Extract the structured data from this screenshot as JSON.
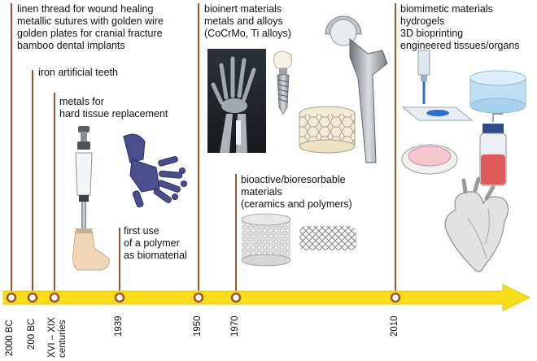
{
  "timeline": {
    "arrow_color": "#f6df1a",
    "line_color": "#a0522d",
    "marker_fill": "#ffffff",
    "markers": [
      {
        "label": "2000 BC"
      },
      {
        "label": "200 BC"
      },
      {
        "label": "XVI – XIX centuries"
      },
      {
        "label": "1939"
      },
      {
        "label": "1950"
      },
      {
        "label": "1970"
      },
      {
        "label": "2010"
      }
    ]
  },
  "events": {
    "e2000bc": [
      "linen thread for wound healing",
      "metallic sutures with golden wire",
      "golden plates for cranial fracture",
      "bamboo dental implants"
    ],
    "e200bc": [
      "iron artificial teeth"
    ],
    "ecenturies": [
      "metals for",
      "hard tissue replacement"
    ],
    "e1939": [
      "first use",
      "of a polymer",
      "as biomaterial"
    ],
    "e1950": [
      "bioinert materials",
      "metals and alloys",
      "(CoCrMo, Ti alloys)"
    ],
    "e1970": [
      "bioactive/bioresorbable",
      "materials",
      "(ceramics and polymers)"
    ],
    "e2010": [
      "biomimetic materials",
      "hydrogels",
      "3D bioprinting",
      "engineered tissues/organs"
    ]
  },
  "illustrations": [
    "prosthetic-leg",
    "robotic-hand",
    "wrist-xray",
    "dental-implant",
    "hip-implant",
    "heart-valve",
    "porous-scaffold",
    "stent-mesh",
    "bioprinter",
    "petri-dish",
    "hydrogel-dish",
    "bioreactor",
    "heart-model"
  ]
}
